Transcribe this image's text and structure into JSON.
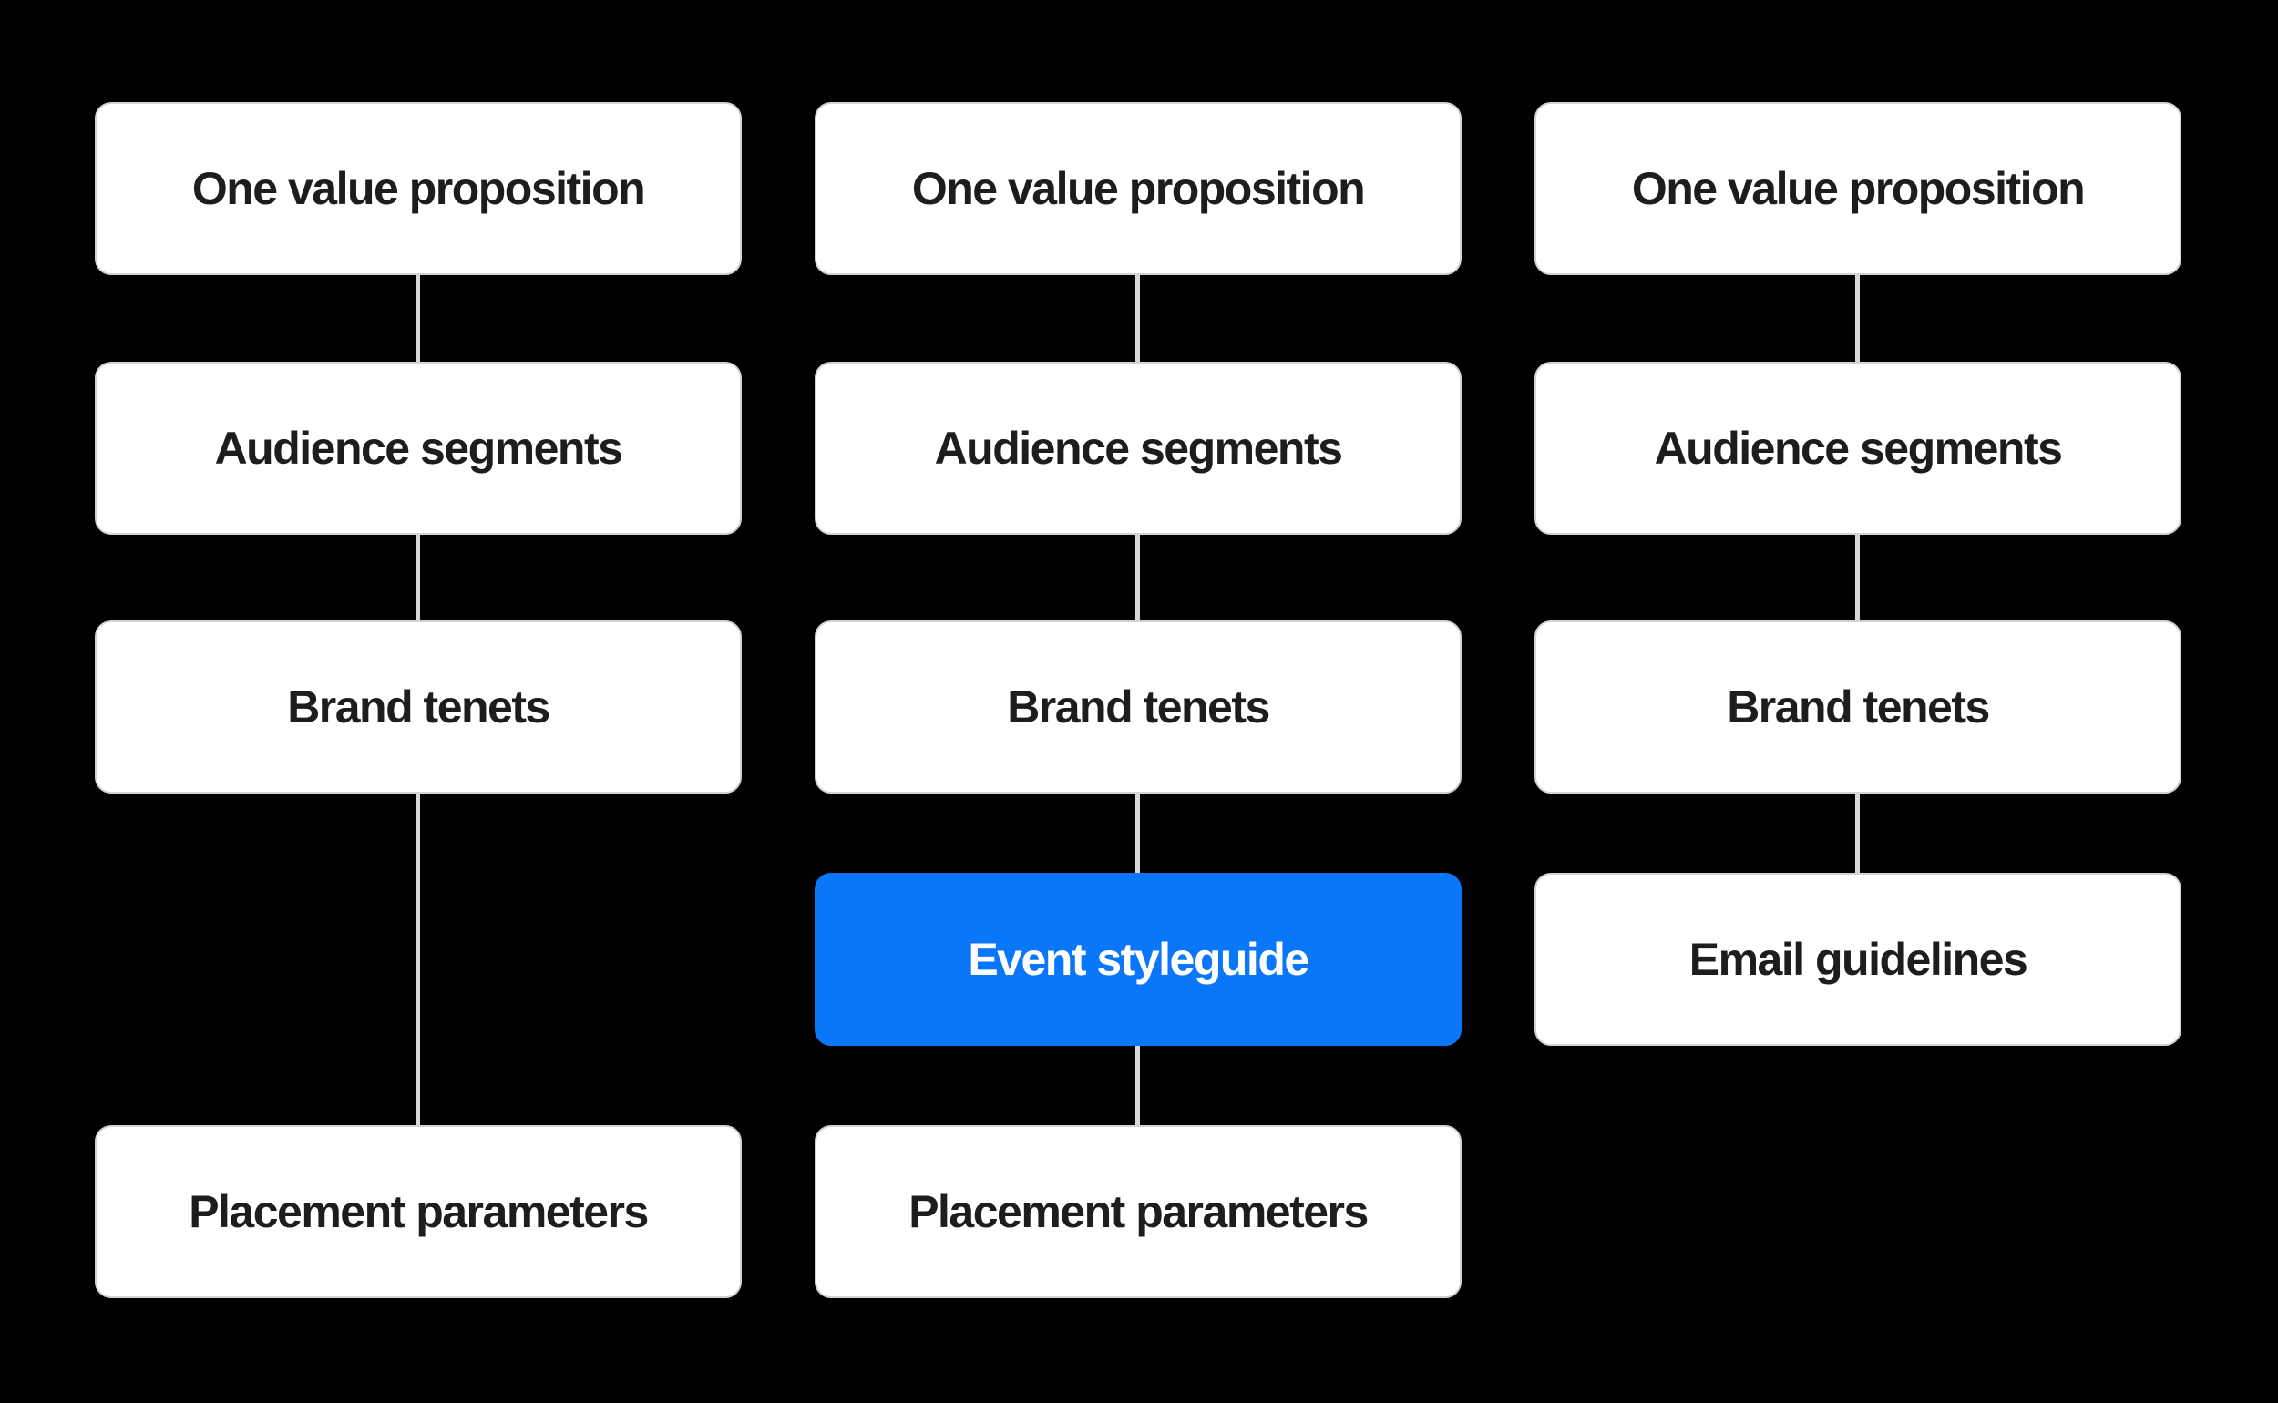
{
  "colors": {
    "background": "#000000",
    "card_background": "#ffffff",
    "card_border": "#d3d3d3",
    "card_text": "#1d1d1d",
    "highlight_background": "#0a76fa",
    "highlight_text": "#ffffff",
    "connector": "#d9d9d9"
  },
  "diagram": {
    "columns": [
      {
        "name": "column-1",
        "nodes": [
          {
            "label": "One value proposition"
          },
          {
            "label": "Audience segments"
          },
          {
            "label": "Brand tenets"
          },
          {
            "label": "Placement parameters"
          }
        ]
      },
      {
        "name": "column-2",
        "nodes": [
          {
            "label": "One value proposition"
          },
          {
            "label": "Audience segments"
          },
          {
            "label": "Brand tenets"
          },
          {
            "label": "Event styleguide",
            "highlighted": true
          },
          {
            "label": "Placement parameters"
          }
        ]
      },
      {
        "name": "column-3",
        "nodes": [
          {
            "label": "One value proposition"
          },
          {
            "label": "Audience segments"
          },
          {
            "label": "Brand tenets"
          },
          {
            "label": "Email guidelines"
          }
        ]
      }
    ]
  }
}
